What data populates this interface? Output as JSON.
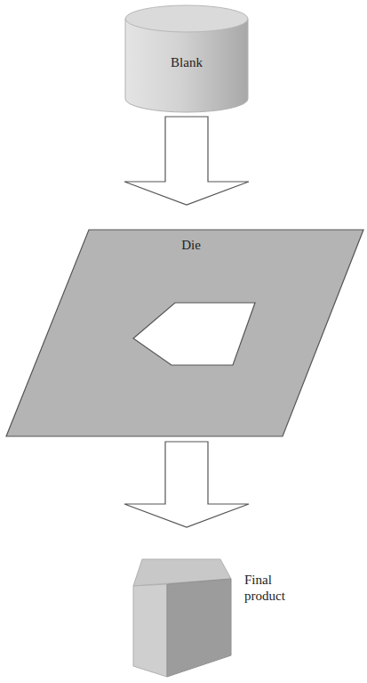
{
  "diagram": {
    "nodes": [
      {
        "text": [
          "Blank"
        ]
      },
      {
        "text": [
          "Die"
        ]
      },
      {
        "text": [
          "Final product"
        ]
      }
    ],
    "edges": [
      {
        "from": 0,
        "to": 1,
        "arrow": "to"
      },
      {
        "from": 1,
        "to": 2,
        "arrow": "to"
      }
    ]
  }
}
